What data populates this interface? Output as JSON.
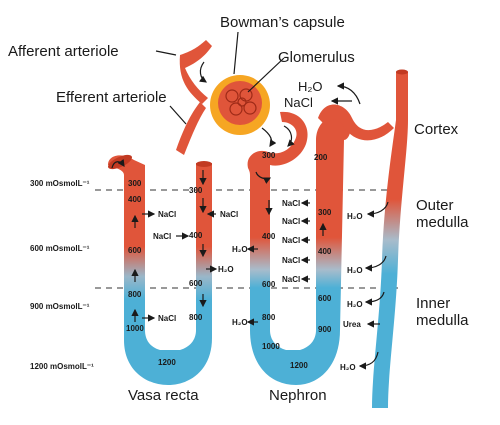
{
  "labels": {
    "bowmans_capsule": "Bowman’s capsule",
    "afferent_arteriole": "Afferent arteriole",
    "glomerulus": "Glomerulus",
    "efferent_arteriole": "Efferent arteriole",
    "cortex": "Cortex",
    "outer_medulla_1": "Outer",
    "outer_medulla_2": "medulla",
    "inner_medulla_1": "Inner",
    "inner_medulla_2": "medulla",
    "vasa_recta": "Vasa recta",
    "nephron": "Nephron"
  },
  "osmolarity": {
    "o300": "300 mOsmolL⁻¹",
    "o600": "600 mOsmolL⁻¹",
    "o900": "900 mOsmolL⁻¹",
    "o1200": "1200 mOsmolL⁻¹"
  },
  "vasa_recta_values": {
    "left_300": "300",
    "left_400": "400",
    "left_600": "600",
    "left_800": "800",
    "left_1000": "1000",
    "bottom_1200": "1200",
    "right_300": "300",
    "right_400": "400",
    "right_600": "600",
    "right_800": "800"
  },
  "nephron_values": {
    "pct_300": "300",
    "desc_400": "400",
    "desc_600": "600",
    "desc_800": "800",
    "desc_1000": "1000",
    "bottom_1200": "1200",
    "asc_300": "300",
    "asc_400": "400",
    "asc_600": "600",
    "asc_900": "900",
    "dct_200": "200"
  },
  "solutes": {
    "nacl": "NaCl",
    "h2o": "H₂O",
    "urea": "Urea"
  },
  "colors": {
    "red": "#e0553a",
    "blue": "#4db0d6",
    "capsule": "#f6a623"
  }
}
